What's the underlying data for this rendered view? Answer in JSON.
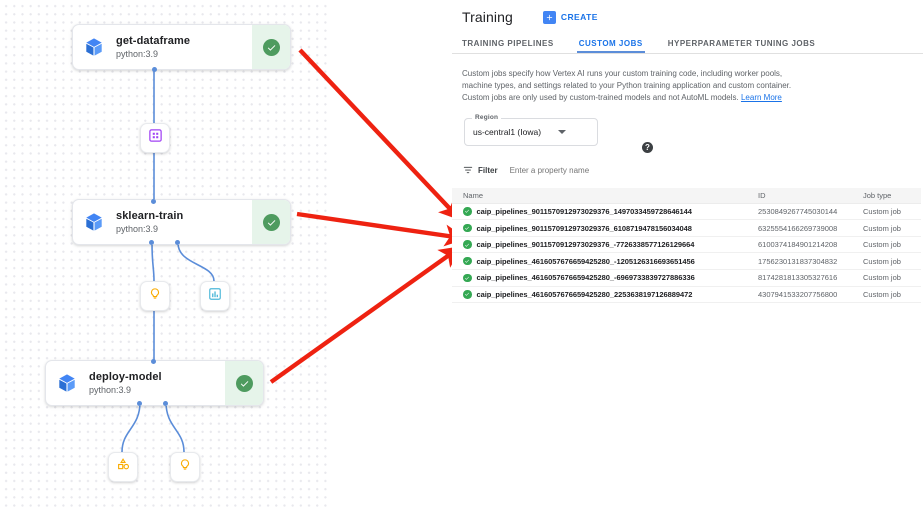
{
  "pipeline": {
    "nodes": [
      {
        "id": "get-dataframe",
        "title": "get-dataframe",
        "subtitle": "python:3.9",
        "status": "succeeded",
        "status_icon": "check-circle-icon",
        "component_icon": "cube-icon"
      },
      {
        "id": "sklearn-train",
        "title": "sklearn-train",
        "subtitle": "python:3.9",
        "status": "succeeded",
        "status_icon": "check-circle-icon",
        "component_icon": "cube-icon"
      },
      {
        "id": "deploy-model",
        "title": "deploy-model",
        "subtitle": "python:3.9",
        "status": "succeeded",
        "status_icon": "check-circle-icon",
        "component_icon": "cube-icon"
      }
    ],
    "artifacts": [
      {
        "id": "dataset-artifact",
        "icon": "dataset-grid-icon",
        "color": "#a142f4"
      },
      {
        "id": "metrics-artifact-left",
        "icon": "lightbulb-icon",
        "color": "#f9ab00"
      },
      {
        "id": "metrics-artifact-right",
        "icon": "bar-chart-icon",
        "color": "#4eb8d9"
      },
      {
        "id": "shapes-artifact",
        "icon": "shapes-icon",
        "color": "#f9ab00"
      },
      {
        "id": "metrics-artifact-bottom",
        "icon": "lightbulb-icon",
        "color": "#f9ab00"
      }
    ],
    "annotation_arrows": 3,
    "arrow_color": "#ee2211"
  },
  "console": {
    "header": {
      "title": "Training",
      "create_label": "CREATE",
      "create_icon": "plus-icon"
    },
    "tabs": [
      {
        "label": "TRAINING PIPELINES",
        "active": false
      },
      {
        "label": "CUSTOM JOBS",
        "active": true
      },
      {
        "label": "HYPERPARAMETER TUNING JOBS",
        "active": false
      }
    ],
    "description": {
      "text": "Custom jobs specify how Vertex AI runs your custom training code, including worker pools, machine types, and settings related to your Python training application and custom container. Custom jobs are only used by custom-trained models and not AutoML models. ",
      "link_label": "Learn More"
    },
    "region": {
      "legend": "Region",
      "value": "us-central1 (Iowa)",
      "dropdown_icon": "chevron-down-icon",
      "help_icon": "help-icon",
      "help_glyph": "?"
    },
    "filter": {
      "label": "Filter",
      "icon": "filter-icon",
      "placeholder": "Enter a property name",
      "value": ""
    },
    "table": {
      "columns": [
        "Name",
        "ID",
        "Job type"
      ],
      "rows": [
        {
          "status": "succeeded",
          "name": "caip_pipelines_9011570912973029376_1497033459728646144",
          "id": "25308492677450301 44",
          "id_text": "2530849267745030144",
          "type": "Custom job"
        },
        {
          "status": "succeeded",
          "name": "caip_pipelines_9011570912973029376_6108719478156034048",
          "id_text": "6325554166269739008",
          "type": "Custom job"
        },
        {
          "status": "succeeded",
          "name": "caip_pipelines_9011570912973029376_-7726338577126129664",
          "id_text": "6100374184901214208",
          "type": "Custom job"
        },
        {
          "status": "succeeded",
          "name": "caip_pipelines_4616057676659425280_-1205126316693651456",
          "id_text": "1756230131837304832",
          "type": "Custom job"
        },
        {
          "status": "succeeded",
          "name": "caip_pipelines_4616057676659425280_-6969733839727886336",
          "id_text": "8174281813305327616",
          "type": "Custom job"
        },
        {
          "status": "succeeded",
          "name": "caip_pipelines_4616057676659425280_2253638197126889472",
          "id_text": "4307941533207756800",
          "type": "Custom job"
        }
      ]
    }
  },
  "colors": {
    "accent_blue": "#1a73e8",
    "success_green": "#34a853",
    "status_bg": "#e6f4ea",
    "arrow_red": "#ee2211",
    "artifact_purple": "#a142f4",
    "artifact_orange": "#f9ab00",
    "artifact_cyan": "#4eb8d9",
    "edge_blue": "#5b8dd9"
  }
}
